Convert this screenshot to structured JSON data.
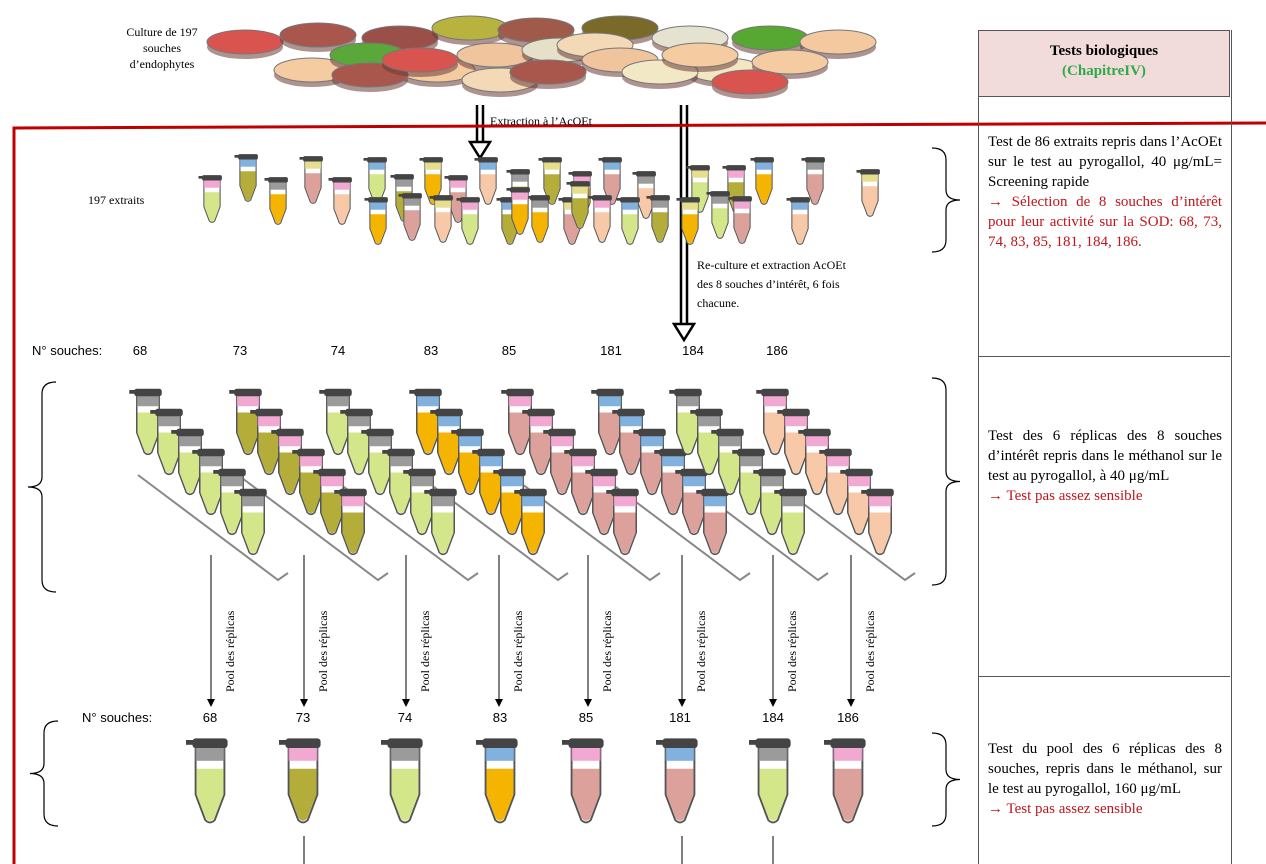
{
  "top": {
    "culture_label_l1": "Culture de 197",
    "culture_label_l2": "souches",
    "culture_label_l3": "d’endophytes",
    "extraction_label": "Extraction à l’AcOEt",
    "extracts_label": "197 extraits",
    "reculture_l1": "Re-culture et extraction AcOEt",
    "reculture_l2": "des 8 souches d’intérêt, 6 fois",
    "reculture_l3": "chacune."
  },
  "strains": {
    "prefix": "N° souches:",
    "ids": [
      "68",
      "73",
      "74",
      "83",
      "85",
      "181",
      "184",
      "186"
    ],
    "pool_label": "Pool des réplicas"
  },
  "panel": {
    "title": "Tests biologiques",
    "subtitle": "(ChapitreIV)",
    "s1_text": "Test de 86 extraits repris dans l’AcOEt sur le test au pyrogallol, 40 μg/mL= Screening rapide",
    "s1_arrow": "→",
    "s1_result": "Sélection de 8 souches d’intérêt pour leur activité sur la SOD: 68, 73, 74, 83, 85, 181, 184, 186.",
    "s2_text": "Test des 6 réplicas des 8 souches d’intérêt repris dans le méthanol sur le test au pyrogallol, à 40 μg/mL",
    "s2_arrow": "→",
    "s2_result": "Test pas assez sensible",
    "s3_text": "Test du pool des 6 réplicas des 8 souches, repris dans le méthanol, sur le test au pyrogallol, 160 μg/mL",
    "s3_arrow": "→",
    "s3_result": "Test pas assez sensible"
  },
  "colors": {
    "frame_red": "#c00000",
    "panel_head_bg": "#f2dcdb",
    "title_green": "#2eaa4a",
    "result_red": "#c0151b",
    "liquid_green": "#d4e68a",
    "liquid_olive": "#b5ad3a",
    "liquid_orange": "#f5b400",
    "liquid_rose": "#dca19b",
    "liquid_peach": "#f7c9a8",
    "cap_pink": "#ef9ac9",
    "cap_blue": "#6ba3d6",
    "cap_grey": "#8a8a8a"
  }
}
